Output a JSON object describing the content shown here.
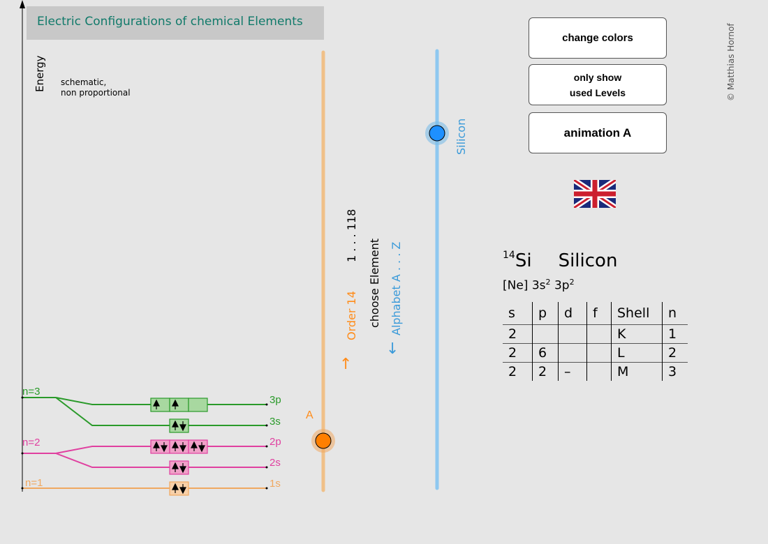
{
  "title": "Electric Configurations of chemical Elements",
  "energy_label": "Energy",
  "schematic_note": [
    "schematic,",
    "non proportional"
  ],
  "buttons": {
    "change_colors": "change colors",
    "only_show_used_levels": [
      "only show",
      "used Levels"
    ],
    "animation": "animation A"
  },
  "copyright": "© Matthias Hornof",
  "language_icon": "uk-flag-icon",
  "sliders": {
    "order": {
      "label": "Order 14",
      "range": "1 . . . 118",
      "arrow": "↑",
      "value": 14,
      "max": 118,
      "marker_label": "A",
      "color": "#f0a860"
    },
    "alphabet": {
      "label": "Alphabet A . . . Z",
      "arrow": "↓",
      "marker_label": "Silicon",
      "color": "#7cbde8"
    },
    "choose_label": "choose Element"
  },
  "element": {
    "atomic_number": "14",
    "symbol": "Si",
    "name": "Silicon",
    "config_core": "[Ne]",
    "config_parts": [
      {
        "orbital": "3s",
        "count": "2"
      },
      {
        "orbital": "3p",
        "count": "2"
      }
    ]
  },
  "shell_table": {
    "headers": [
      "s",
      "p",
      "d",
      "f",
      "Shell",
      "n"
    ],
    "rows": [
      [
        "2",
        "",
        "",
        "",
        "K",
        "1"
      ],
      [
        "2",
        "6",
        "",
        "",
        "L",
        "2"
      ],
      [
        "2",
        "2",
        "–",
        "",
        "M",
        "3"
      ]
    ]
  },
  "levels": {
    "n_labels": [
      "n=3",
      "n=2",
      "n=1"
    ],
    "subshells": [
      "3p",
      "3s",
      "2p",
      "2s",
      "1s"
    ],
    "colors": {
      "n1": "#f0a860",
      "n2": "#e040a0",
      "n3": "#2a9a2a"
    }
  }
}
